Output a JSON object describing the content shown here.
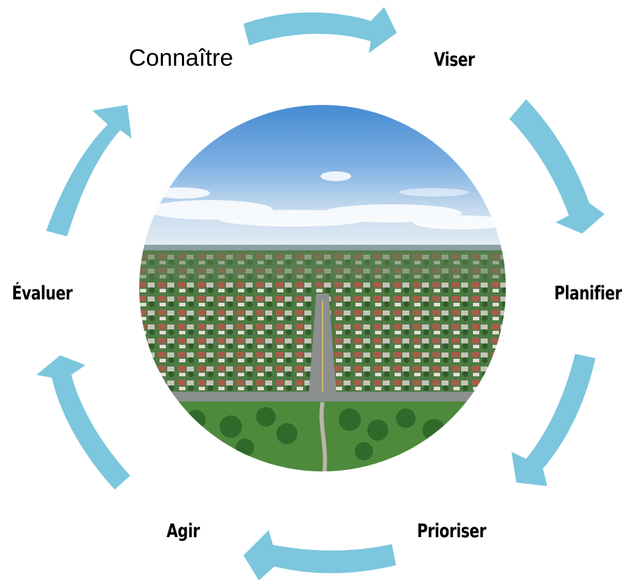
{
  "stages": {
    "connaitre": "Connaître",
    "viser": "Viser",
    "planifier": "Planifier",
    "prioriser": "Prioriser",
    "agir": "Agir",
    "evaluer": "Évaluer"
  },
  "colors": {
    "arrow": "#7CC6DE",
    "label": "#000000"
  },
  "center_image": "aerial-city-photo"
}
